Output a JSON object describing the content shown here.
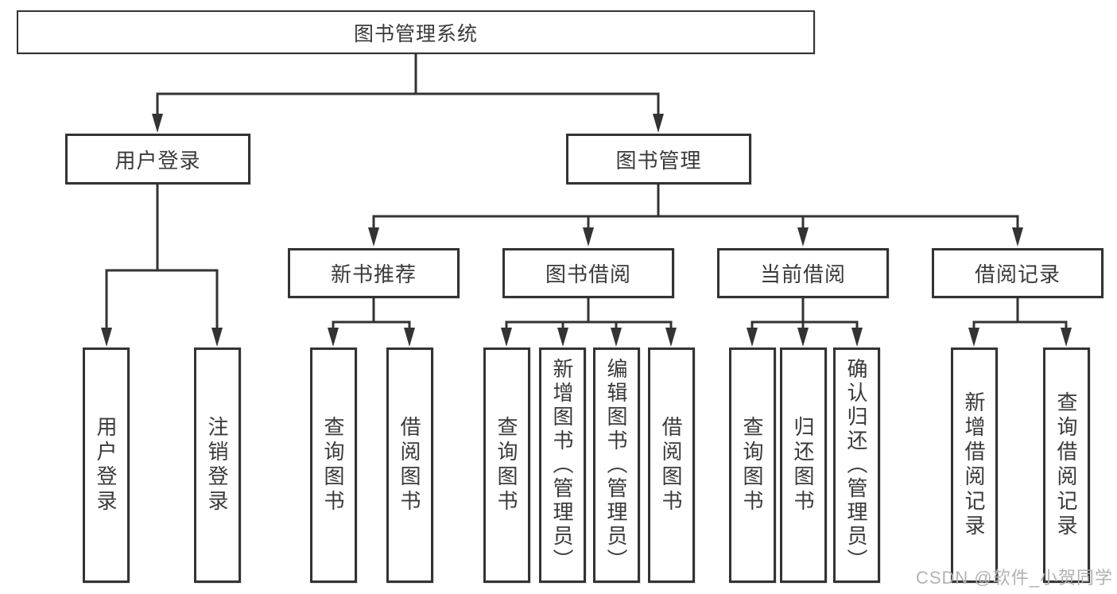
{
  "diagram": {
    "root_label": "图书管理系统",
    "branches": [
      {
        "label": "用户登录",
        "children": [
          "用户登录",
          "注销登录"
        ]
      },
      {
        "label": "图书管理",
        "modules": [
          {
            "label": "新书推荐",
            "children": [
              "查询图书",
              "借阅图书"
            ]
          },
          {
            "label": "图书借阅",
            "children": [
              "查询图书",
              "新增图书（管理员）",
              "编辑图书（管理员）",
              "借阅图书"
            ]
          },
          {
            "label": "当前借阅",
            "children": [
              "查询图书",
              "归还图书",
              "确认归还（管理员）"
            ]
          },
          {
            "label": "借阅记录",
            "children": [
              "新增借阅记录",
              "查询借阅记录"
            ]
          }
        ]
      }
    ]
  },
  "watermark": {
    "text": "CSDN @软件_小贺同学"
  },
  "colors": {
    "line": "#333333",
    "box_border": "#333333",
    "box_fill": "#ffffff",
    "text": "#3a3a3a",
    "watermark": "#b3b1b1"
  }
}
